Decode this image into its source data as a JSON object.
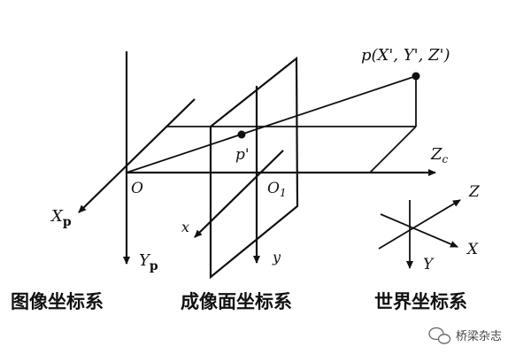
{
  "labels": {
    "point_P": "p(X', Y', Z')",
    "point_p": "p'",
    "axis_Zc": "Z",
    "axis_Zc_sub": "c",
    "origin_O": "O",
    "origin_O1": "O",
    "origin_O1_sub": "1",
    "axis_Xp": "X",
    "axis_Xp_sub": "p",
    "axis_Yp": "Y",
    "axis_Yp_sub": "p",
    "axis_x": "x",
    "axis_y": "y",
    "world_Z": "Z",
    "world_X": "X",
    "world_Y": "Y"
  },
  "captions": {
    "image_coord": "图像坐标系",
    "imaging_plane_coord": "成像面坐标系",
    "world_coord": "世界坐标系"
  },
  "watermark": {
    "text": "桥梁杂志",
    "icon": "wechat-icon"
  },
  "colors": {
    "line": "#111111",
    "background": "#ffffff"
  }
}
